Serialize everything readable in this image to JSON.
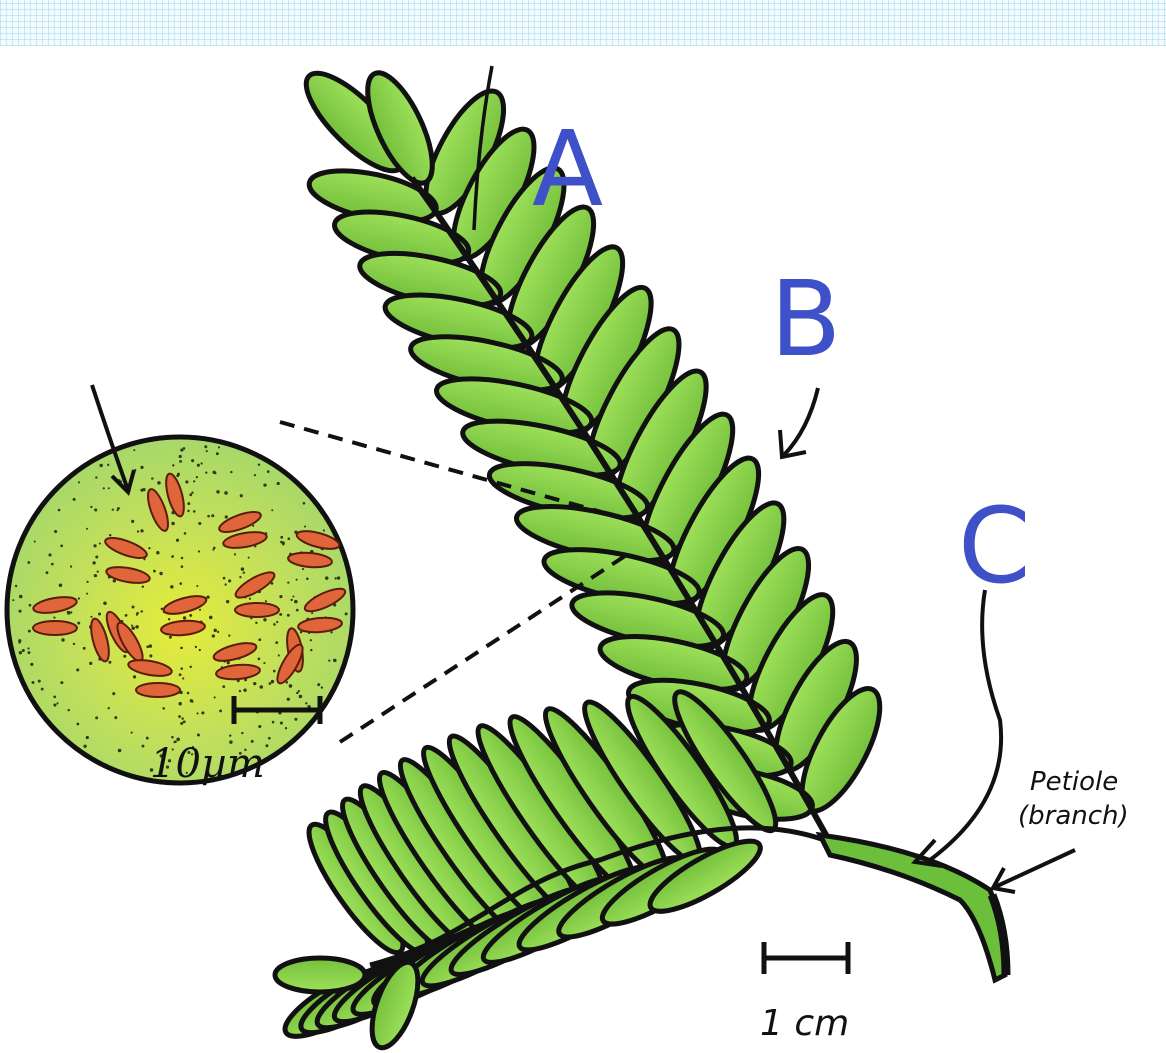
{
  "labels": {
    "a": "A",
    "b": "B",
    "c": "C",
    "petiole_line1": "Petiole",
    "petiole_line2": "(branch)",
    "scale_micro": "10µm",
    "scale_cm": "1 cm"
  },
  "colors": {
    "leaf_fill": "#8fd14f",
    "leaf_dark": "#5aa832",
    "stem": "#111111",
    "letters": "#3f51c9",
    "chloroplast": "#e0653a",
    "cell_bg": "#c8e26a"
  }
}
